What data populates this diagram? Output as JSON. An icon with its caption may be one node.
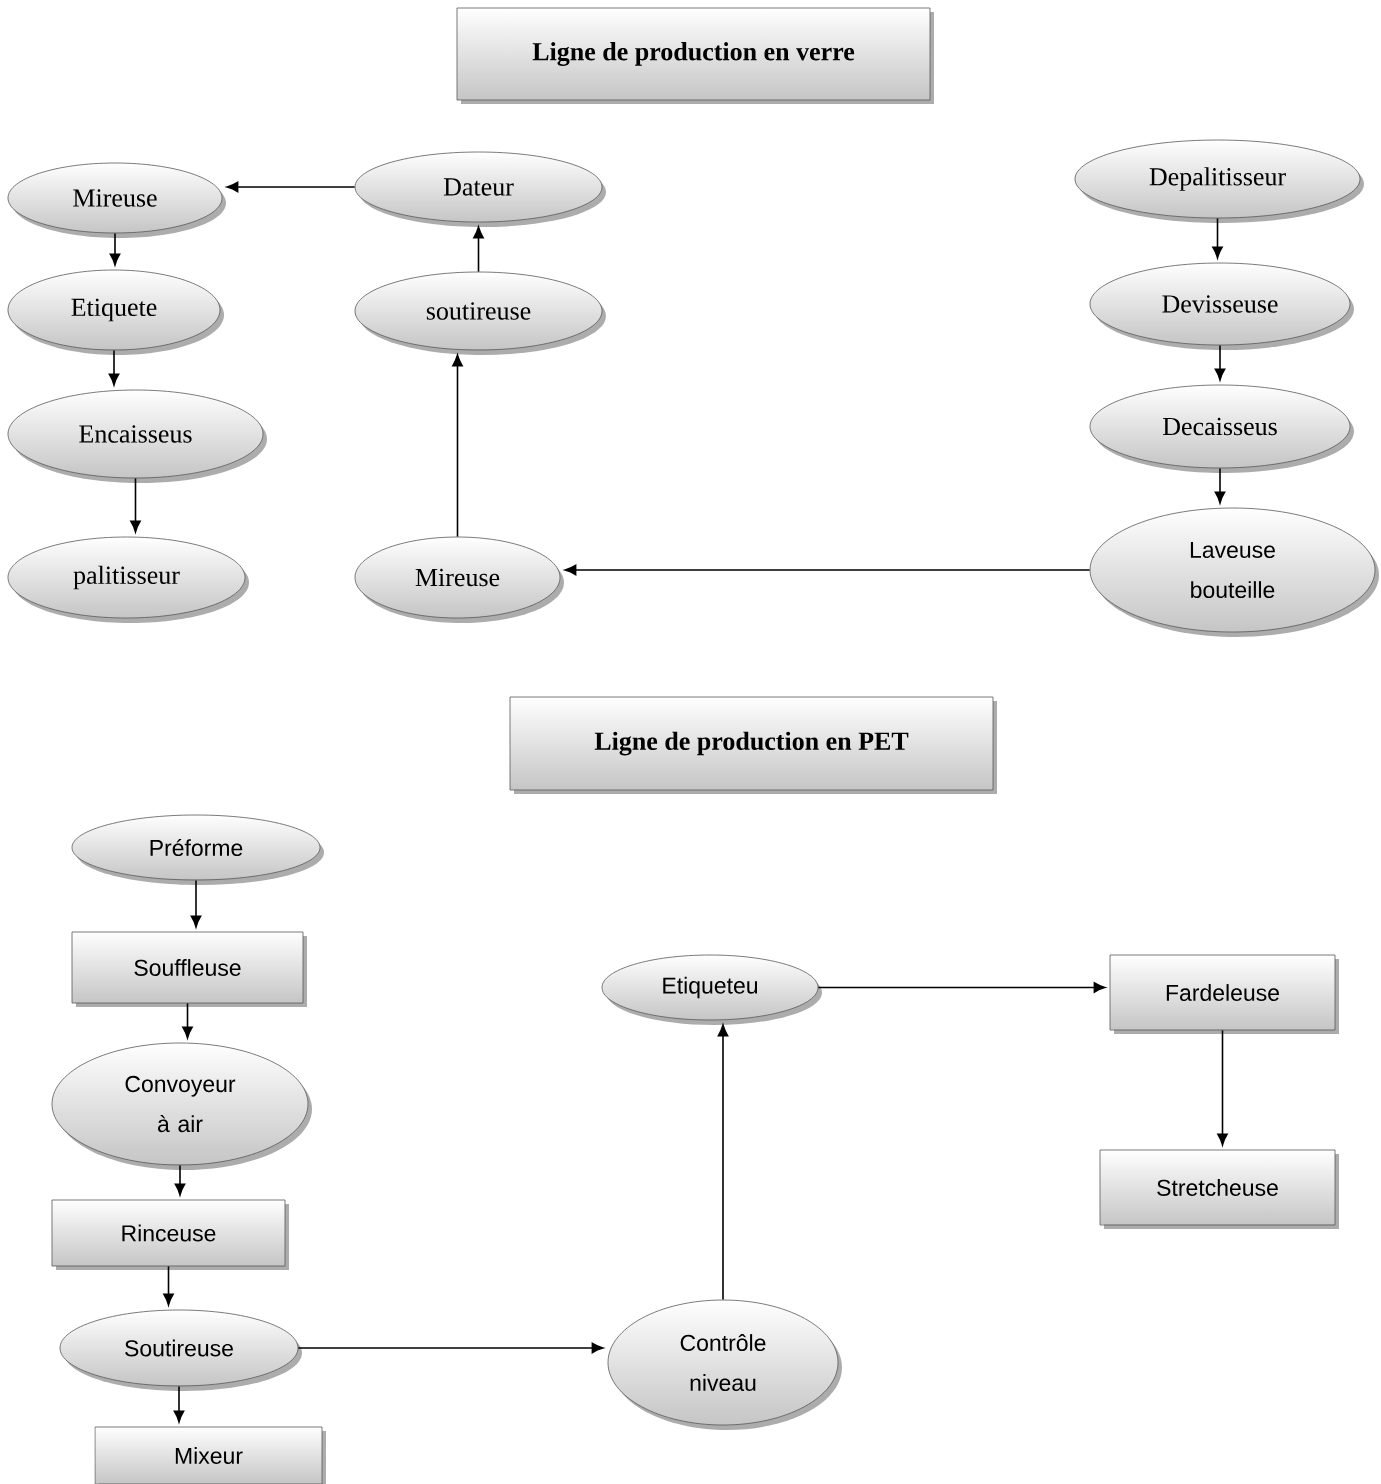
{
  "diagram": {
    "nodes": [
      {
        "text": [
          "Ligne de production en verre"
        ]
      },
      {
        "text": [
          "Mireuse"
        ]
      },
      {
        "text": [
          "Dateur"
        ]
      },
      {
        "text": [
          "Depalitisseur"
        ]
      },
      {
        "text": [
          "Etiquete"
        ]
      },
      {
        "text": [
          "soutireuse"
        ]
      },
      {
        "text": [
          "Devisseuse"
        ]
      },
      {
        "text": [
          "Encaisseus"
        ]
      },
      {
        "text": [
          "Decaisseus"
        ]
      },
      {
        "text": [
          "palitisseur"
        ]
      },
      {
        "text": [
          "Mireuse"
        ]
      },
      {
        "text": [
          "Laveuse bouteille"
        ]
      },
      {
        "text": [
          "Ligne de production en PET"
        ]
      },
      {
        "text": [
          "Préforme"
        ]
      },
      {
        "text": [
          "Souffleuse"
        ]
      },
      {
        "text": [
          "Etiqueteu"
        ]
      },
      {
        "text": [
          "Fardeleuse"
        ]
      },
      {
        "text": [
          "Convoyeur à air"
        ]
      },
      {
        "text": [
          "Stretcheuse"
        ]
      },
      {
        "text": [
          "Rinceuse"
        ]
      },
      {
        "text": [
          "Soutireuse"
        ]
      },
      {
        "text": [
          "Contrôle niveau"
        ]
      },
      {
        "text": [
          "Mixeur"
        ]
      }
    ],
    "edges": [
      {
        "from": 2,
        "to": 1,
        "arrow": "to"
      },
      {
        "from": 1,
        "to": 4,
        "arrow": "to"
      },
      {
        "from": 4,
        "to": 7,
        "arrow": "to"
      },
      {
        "from": 7,
        "to": 9,
        "arrow": "to"
      },
      {
        "from": 3,
        "to": 6,
        "arrow": "to"
      },
      {
        "from": 6,
        "to": 8,
        "arrow": "to"
      },
      {
        "from": 8,
        "to": 11,
        "arrow": "to"
      },
      {
        "from": 11,
        "to": 10,
        "arrow": "to"
      },
      {
        "from": 10,
        "to": 5,
        "arrow": "to"
      },
      {
        "from": 5,
        "to": 2,
        "arrow": "to"
      },
      {
        "from": 13,
        "to": 14,
        "arrow": "to"
      },
      {
        "from": 14,
        "to": 17,
        "arrow": "to"
      },
      {
        "from": 17,
        "to": 19,
        "arrow": "to"
      },
      {
        "from": 19,
        "to": 20,
        "arrow": "to"
      },
      {
        "from": 20,
        "to": 22,
        "arrow": "to"
      },
      {
        "from": 20,
        "to": 21,
        "arrow": "to"
      },
      {
        "from": 21,
        "to": 15,
        "arrow": "to"
      },
      {
        "from": 15,
        "to": 16,
        "arrow": "to"
      },
      {
        "from": 16,
        "to": 18,
        "arrow": "to"
      }
    ]
  }
}
